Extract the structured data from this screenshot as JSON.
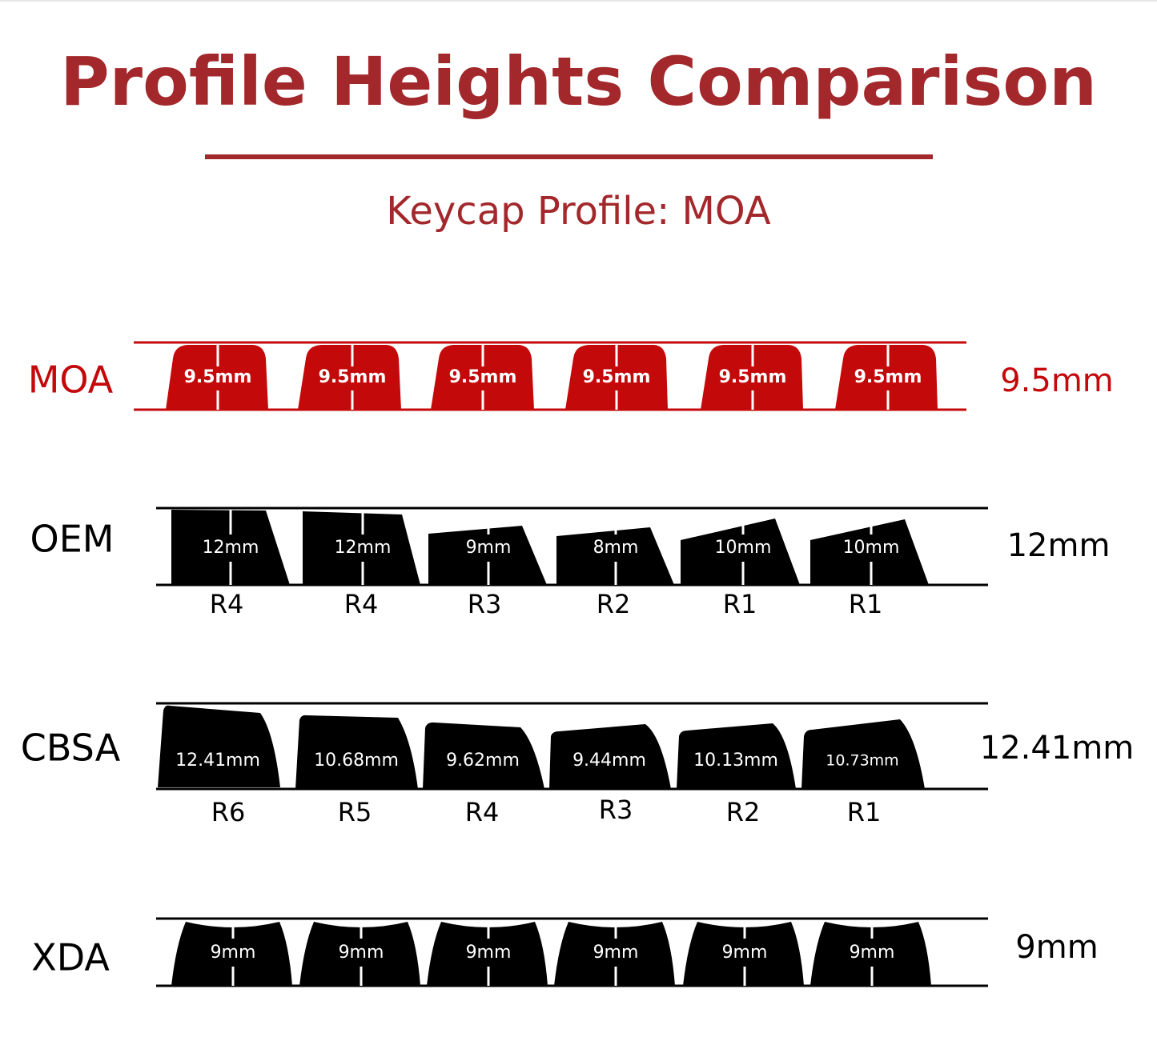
{
  "title": "Profile Heights Comparison",
  "subtitle": "Keycap Profile: MOA",
  "colors": {
    "accent": "#a3282c",
    "moa_fill": "#c4090b",
    "ink": "#000000",
    "label_text": "#ffffff"
  },
  "profiles": [
    {
      "name": "MOA",
      "max_height": "9.5mm",
      "highlight": true,
      "keys": [
        {
          "height": "9.5mm"
        },
        {
          "height": "9.5mm"
        },
        {
          "height": "9.5mm"
        },
        {
          "height": "9.5mm"
        },
        {
          "height": "9.5mm"
        },
        {
          "height": "9.5mm"
        }
      ]
    },
    {
      "name": "OEM",
      "max_height": "12mm",
      "highlight": false,
      "keys": [
        {
          "height": "12mm",
          "row": "R4"
        },
        {
          "height": "12mm",
          "row": "R4"
        },
        {
          "height": "9mm",
          "row": "R3"
        },
        {
          "height": "8mm",
          "row": "R2"
        },
        {
          "height": "10mm",
          "row": "R1"
        },
        {
          "height": "10mm",
          "row": "R1"
        }
      ]
    },
    {
      "name": "CBSA",
      "max_height": "12.41mm",
      "highlight": false,
      "keys": [
        {
          "height": "12.41mm",
          "row": "R6"
        },
        {
          "height": "10.68mm",
          "row": "R5"
        },
        {
          "height": "9.62mm",
          "row": "R4"
        },
        {
          "height": "9.44mm",
          "row": "R3"
        },
        {
          "height": "10.13mm",
          "row": "R2"
        },
        {
          "height": "10.73mm",
          "row": "R1"
        }
      ]
    },
    {
      "name": "XDA",
      "max_height": "9mm",
      "highlight": false,
      "keys": [
        {
          "height": "9mm"
        },
        {
          "height": "9mm"
        },
        {
          "height": "9mm"
        },
        {
          "height": "9mm"
        },
        {
          "height": "9mm"
        },
        {
          "height": "9mm"
        }
      ]
    }
  ]
}
